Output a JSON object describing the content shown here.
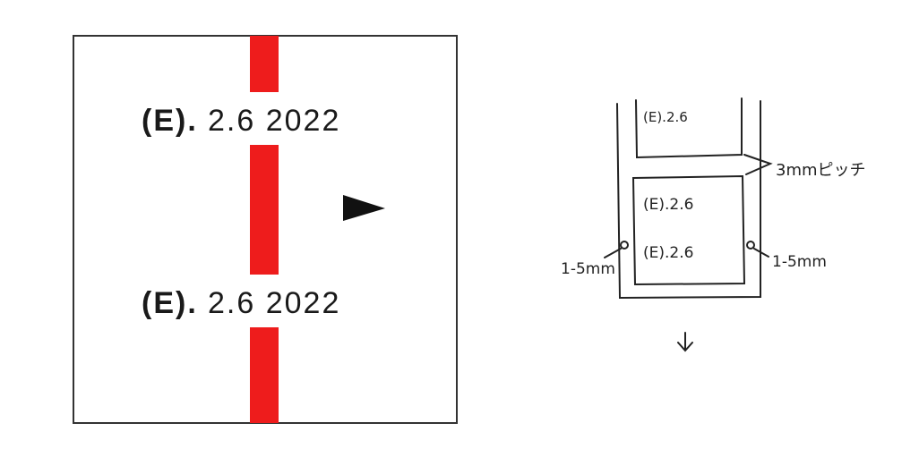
{
  "print_sample": {
    "line1": {
      "code": "(E).",
      "value": "2.6 2022"
    },
    "line2": {
      "code": "(E).",
      "value": "2.6 2022"
    },
    "stripe_color": "#ee1c1c",
    "direction_icon": "triangle-right-icon"
  },
  "sketch": {
    "label_top": "(E).2.6",
    "label_mid": "(E).2.6",
    "label_low": "(E).2.6",
    "pitch": "3mmピッチ",
    "margin_right": "1-5mm",
    "margin_left": "1-5mm",
    "direction_icon": "arrow-down-icon"
  }
}
